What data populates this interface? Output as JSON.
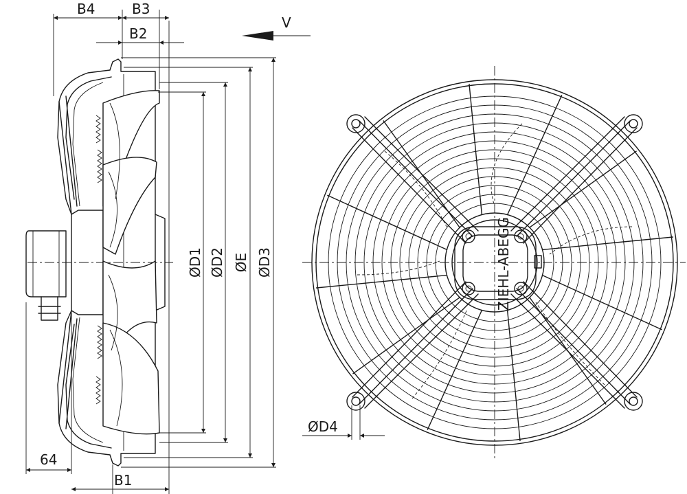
{
  "dimensions": {
    "b4": "B4",
    "b3": "B3",
    "b2": "B2",
    "b1": "B1",
    "d1": "ØD1",
    "d2": "ØD2",
    "e": "ØE",
    "d3": "ØD3",
    "d4": "ØD4",
    "offset": "64"
  },
  "view_marker": "V",
  "nameplate_text": "ZIEHL-ABEGG"
}
